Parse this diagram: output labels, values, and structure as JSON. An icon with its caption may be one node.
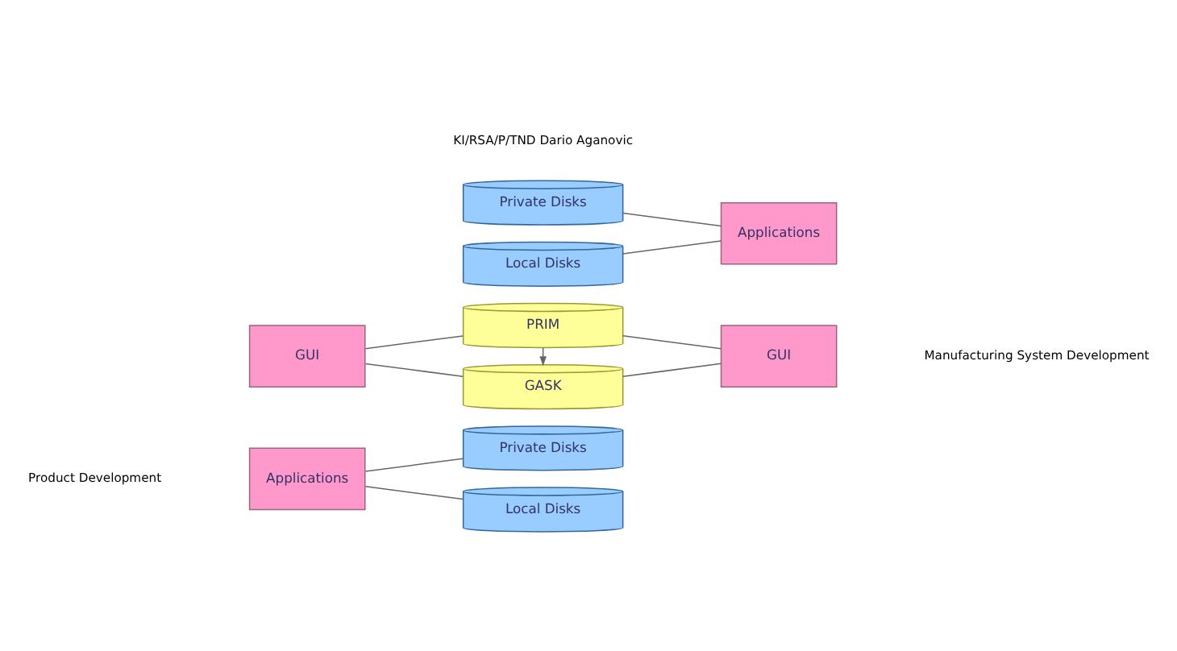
{
  "diagram": {
    "nodes": [
      {
        "text": [
          "Applications"
        ]
      },
      {
        "text": [
          "Private Disks"
        ]
      },
      {
        "text": [
          "Local Disks"
        ]
      },
      {
        "text": [
          "GUI"
        ]
      },
      {
        "text": [
          "PRIM"
        ]
      },
      {
        "text": [
          "GASK"
        ]
      },
      {
        "text": [
          "GUI"
        ]
      },
      {
        "text": [
          "Private Disks"
        ]
      },
      {
        "text": [
          "Local Disks"
        ]
      },
      {
        "text": [
          "Applications"
        ]
      }
    ],
    "edges": [
      {
        "from": 0,
        "to": 1,
        "arrow": "none"
      },
      {
        "from": 0,
        "to": 2,
        "arrow": "none"
      },
      {
        "from": 3,
        "to": 4,
        "arrow": "none"
      },
      {
        "from": 3,
        "to": 5,
        "arrow": "none"
      },
      {
        "from": 4,
        "to": 5,
        "arrow": "to"
      },
      {
        "from": 4,
        "to": 6,
        "arrow": "none"
      },
      {
        "from": 5,
        "to": 6,
        "arrow": "none"
      },
      {
        "from": 7,
        "to": 9,
        "arrow": "none"
      },
      {
        "from": 8,
        "to": 9,
        "arrow": "none"
      }
    ],
    "labels": [
      "Product Development",
      "Manufacturing System Development",
      "KI/RSA/P/TND Dario Aganovic"
    ]
  }
}
